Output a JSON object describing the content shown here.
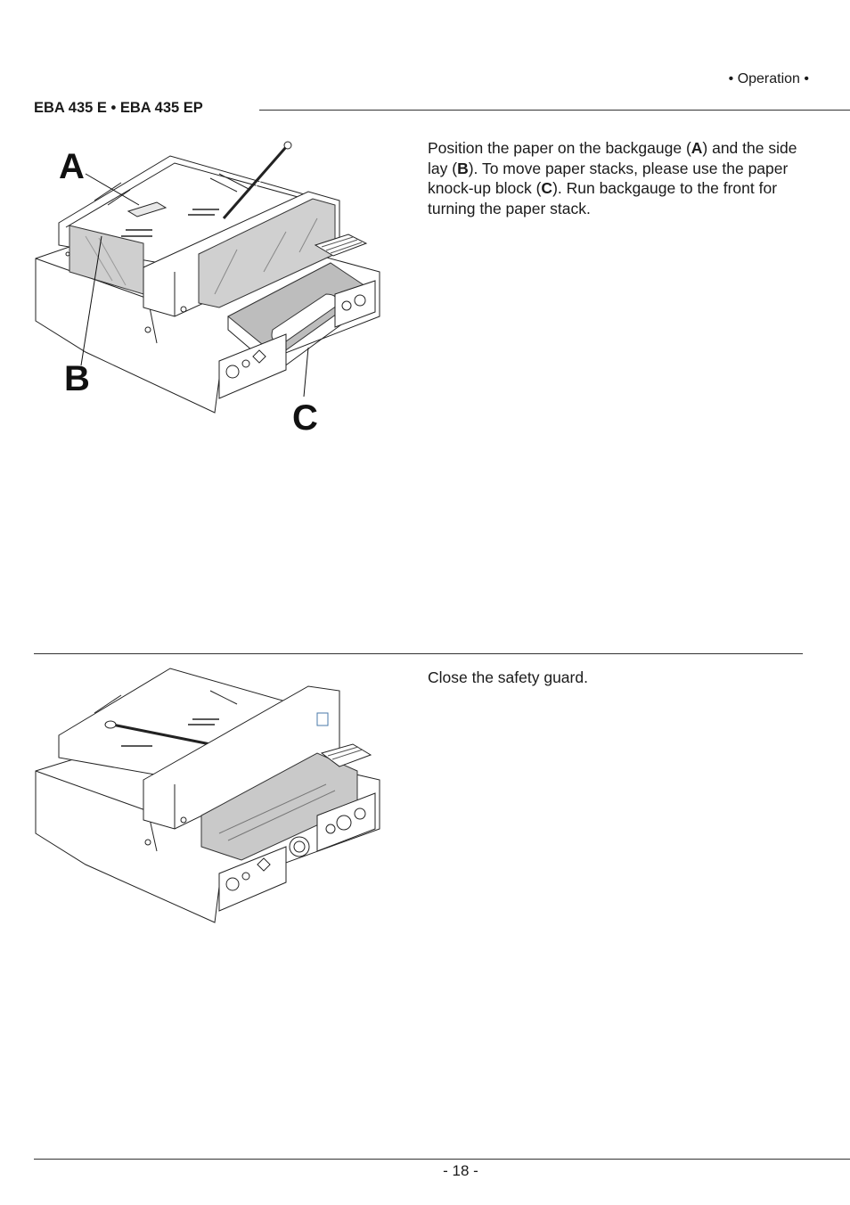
{
  "header": {
    "section": "• Operation •",
    "doc_title": "EBA 435 E • EBA 435 EP"
  },
  "step1": {
    "figure": {
      "callouts": {
        "a": "A",
        "b": "B",
        "c": "C"
      }
    },
    "text": {
      "part1": "Position the paper on the backgauge (",
      "ref_a": "A",
      "part2": ") and the side lay (",
      "ref_b": "B",
      "part3": "). To move paper stacks, please use the paper knock-up block (",
      "ref_c": "C",
      "part4": "). Run backgauge to the front for turning the paper stack."
    }
  },
  "step2": {
    "text": "Close the safety guard."
  },
  "footer": {
    "page_number": "- 18 -"
  }
}
